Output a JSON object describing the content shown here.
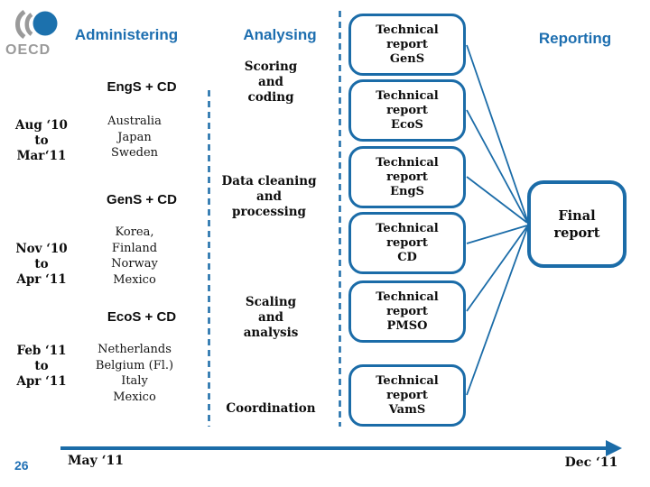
{
  "colors": {
    "accent_blue": "#1b6ca8",
    "header_blue": "#1e6fb0",
    "logo_grey": "#9a9a9a",
    "logo_blue": "#1c71ad",
    "text_black": "#0d0d0d"
  },
  "logo": {
    "text": "OECD"
  },
  "headers": {
    "administering": "Administering",
    "analysing": "Analysing",
    "reporting": "Reporting"
  },
  "administering": {
    "groups": [
      {
        "test": "EngS + CD",
        "dates": "Aug ‘10\nto\nMar‘11",
        "countries": "Australia\nJapan\nSweden"
      },
      {
        "test": "GenS + CD",
        "dates": "Nov ‘10\nto\nApr ‘11",
        "countries": "Korea,\nFinland\nNorway\nMexico"
      },
      {
        "test": "EcoS + CD",
        "dates": "Feb ‘11\nto\nApr ‘11",
        "countries": "Netherlands\nBelgium (Fl.)\nItaly\nMexico"
      }
    ]
  },
  "analysing": {
    "phases": [
      "Scoring\nand\ncoding",
      "Data cleaning\nand\nprocessing",
      "Scaling\nand\nanalysis",
      "Coordination"
    ]
  },
  "technical_reports": [
    "Technical\nreport\nGenS",
    "Technical\nreport\nEcoS",
    "Technical\nreport\nEngS",
    "Technical\nreport\nCD",
    "Technical\nreport\nPMSO",
    "Technical\nreport\nVamS"
  ],
  "final_report": "Final\nreport",
  "timeline": {
    "start": "May ‘11",
    "end": "Dec ‘11"
  },
  "page_number": "26"
}
